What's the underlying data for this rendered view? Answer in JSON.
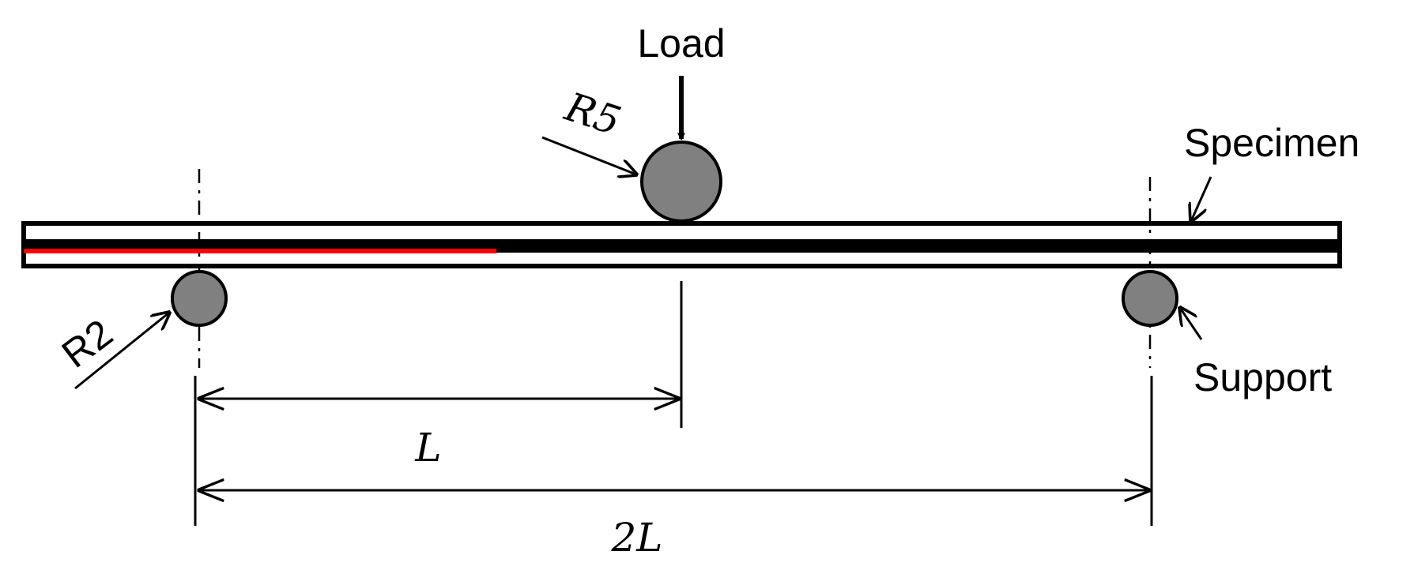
{
  "labels": {
    "load": "Load",
    "specimen": "Specimen",
    "support": "Support",
    "load_radius": "R5",
    "support_radius": "R2",
    "half_span": "L",
    "full_span": "2L"
  },
  "colors": {
    "roller_fill": "#808080",
    "crack": "#ff0000",
    "ink": "#000000"
  }
}
